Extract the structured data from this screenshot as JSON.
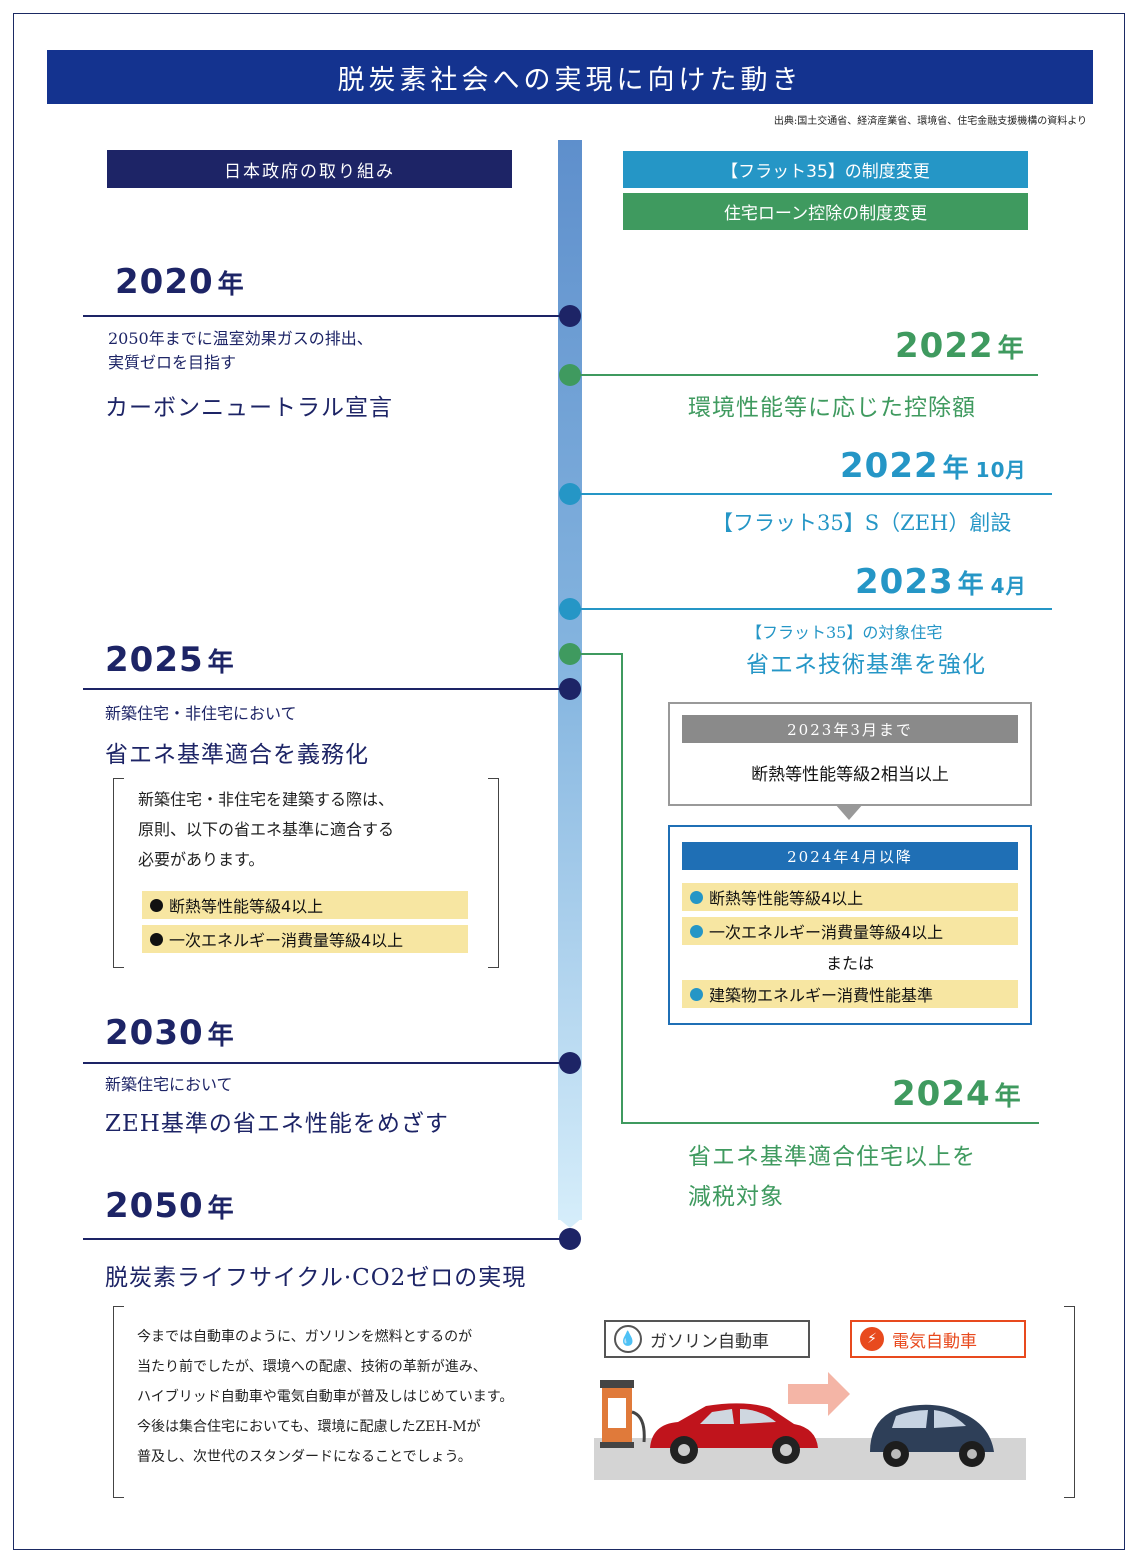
{
  "header": {
    "title": "脱炭素社会への実現に向けた動き",
    "source": "出典:国土交通省、経済産業省、環境省、住宅金融支援機構の資料より"
  },
  "legend": {
    "government": "日本政府の取り組み",
    "flat35": "【フラット35】の制度変更",
    "loan": "住宅ローン控除の制度変更"
  },
  "left": {
    "y2020": {
      "year": "2020",
      "unit": "年",
      "sub1": "2050年までに温室効果ガスの排出、",
      "sub2": "実質ゼロを目指す",
      "main": "カーボンニュートラル宣言"
    },
    "y2025": {
      "year": "2025",
      "unit": "年",
      "sub": "新築住宅・非住宅において",
      "main": "省エネ基準適合を義務化",
      "detail1": "新築住宅・非住宅を建築する際は、",
      "detail2": "原則、以下の省エネ基準に適合する",
      "detail3": "必要があります。",
      "item1": "断熱等性能等級4以上",
      "item2": "一次エネルギー消費量等級4以上"
    },
    "y2030": {
      "year": "2030",
      "unit": "年",
      "sub": "新築住宅において",
      "main": "ZEH基準の省エネ性能をめざす"
    },
    "y2050": {
      "year": "2050",
      "unit": "年",
      "main": "脱炭素ライフサイクル·CO2ゼロの実現"
    }
  },
  "right": {
    "y2022": {
      "year": "2022",
      "unit": "年",
      "main": "環境性能等に応じた控除額"
    },
    "y2022_10": {
      "year": "2022",
      "unit": "年",
      "month": "10月",
      "main": "【フラット35】S（ZEH）創設"
    },
    "y2023_4": {
      "year": "2023",
      "unit": "年",
      "month": "4月",
      "sub": "【フラット35】の対象住宅",
      "main": "省エネ技術基準を強化"
    },
    "before": {
      "head": "2023年3月まで",
      "text": "断熱等性能等級2相当以上"
    },
    "after": {
      "head": "2024年4月以降",
      "item1": "断熱等性能等級4以上",
      "item2": "一次エネルギー消費量等級4以上",
      "or": "または",
      "item3": "建築物エネルギー消費性能基準"
    },
    "y2024": {
      "year": "2024",
      "unit": "年",
      "main1": "省エネ基準適合住宅以上を",
      "main2": "減税対象"
    }
  },
  "bottom": {
    "text1": "今までは自動車のように、ガソリンを燃料とするのが",
    "text2": "当たり前でしたが、環境への配慮、技術の革新が進み、",
    "text3": "ハイブリッド自動車や電気自動車が普及しはじめています。",
    "text4": "今後は集合住宅においても、環境に配慮したZEH-Mが",
    "text5": "普及し、次世代のスタンダードになることでしょう。",
    "gas_label": "ガソリン自動車",
    "ev_label": "電気自動車"
  },
  "colors": {
    "navy": "#1d2466",
    "green": "#3f9a5f",
    "blue": "#2596c6",
    "title": "#14338f",
    "yellow": "#f7e6a2",
    "evred": "#e84a1e"
  }
}
